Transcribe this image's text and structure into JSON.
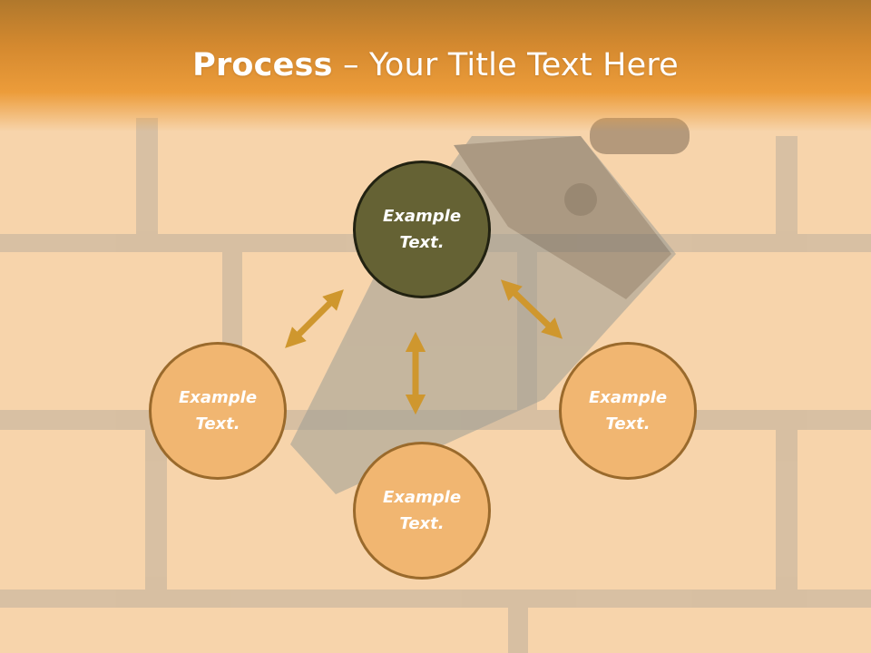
{
  "slide": {
    "title_bold": "Process",
    "title_rest": " – Your Title Text Here"
  },
  "nodes": {
    "center": "Example Text.",
    "left": "Example Text.",
    "bottom": "Example Text.",
    "right": "Example Text."
  },
  "colors": {
    "header": "#ec9c3a",
    "node_fill": "#f1b671",
    "center_fill": "#656234",
    "arrow": "#cf972e"
  }
}
